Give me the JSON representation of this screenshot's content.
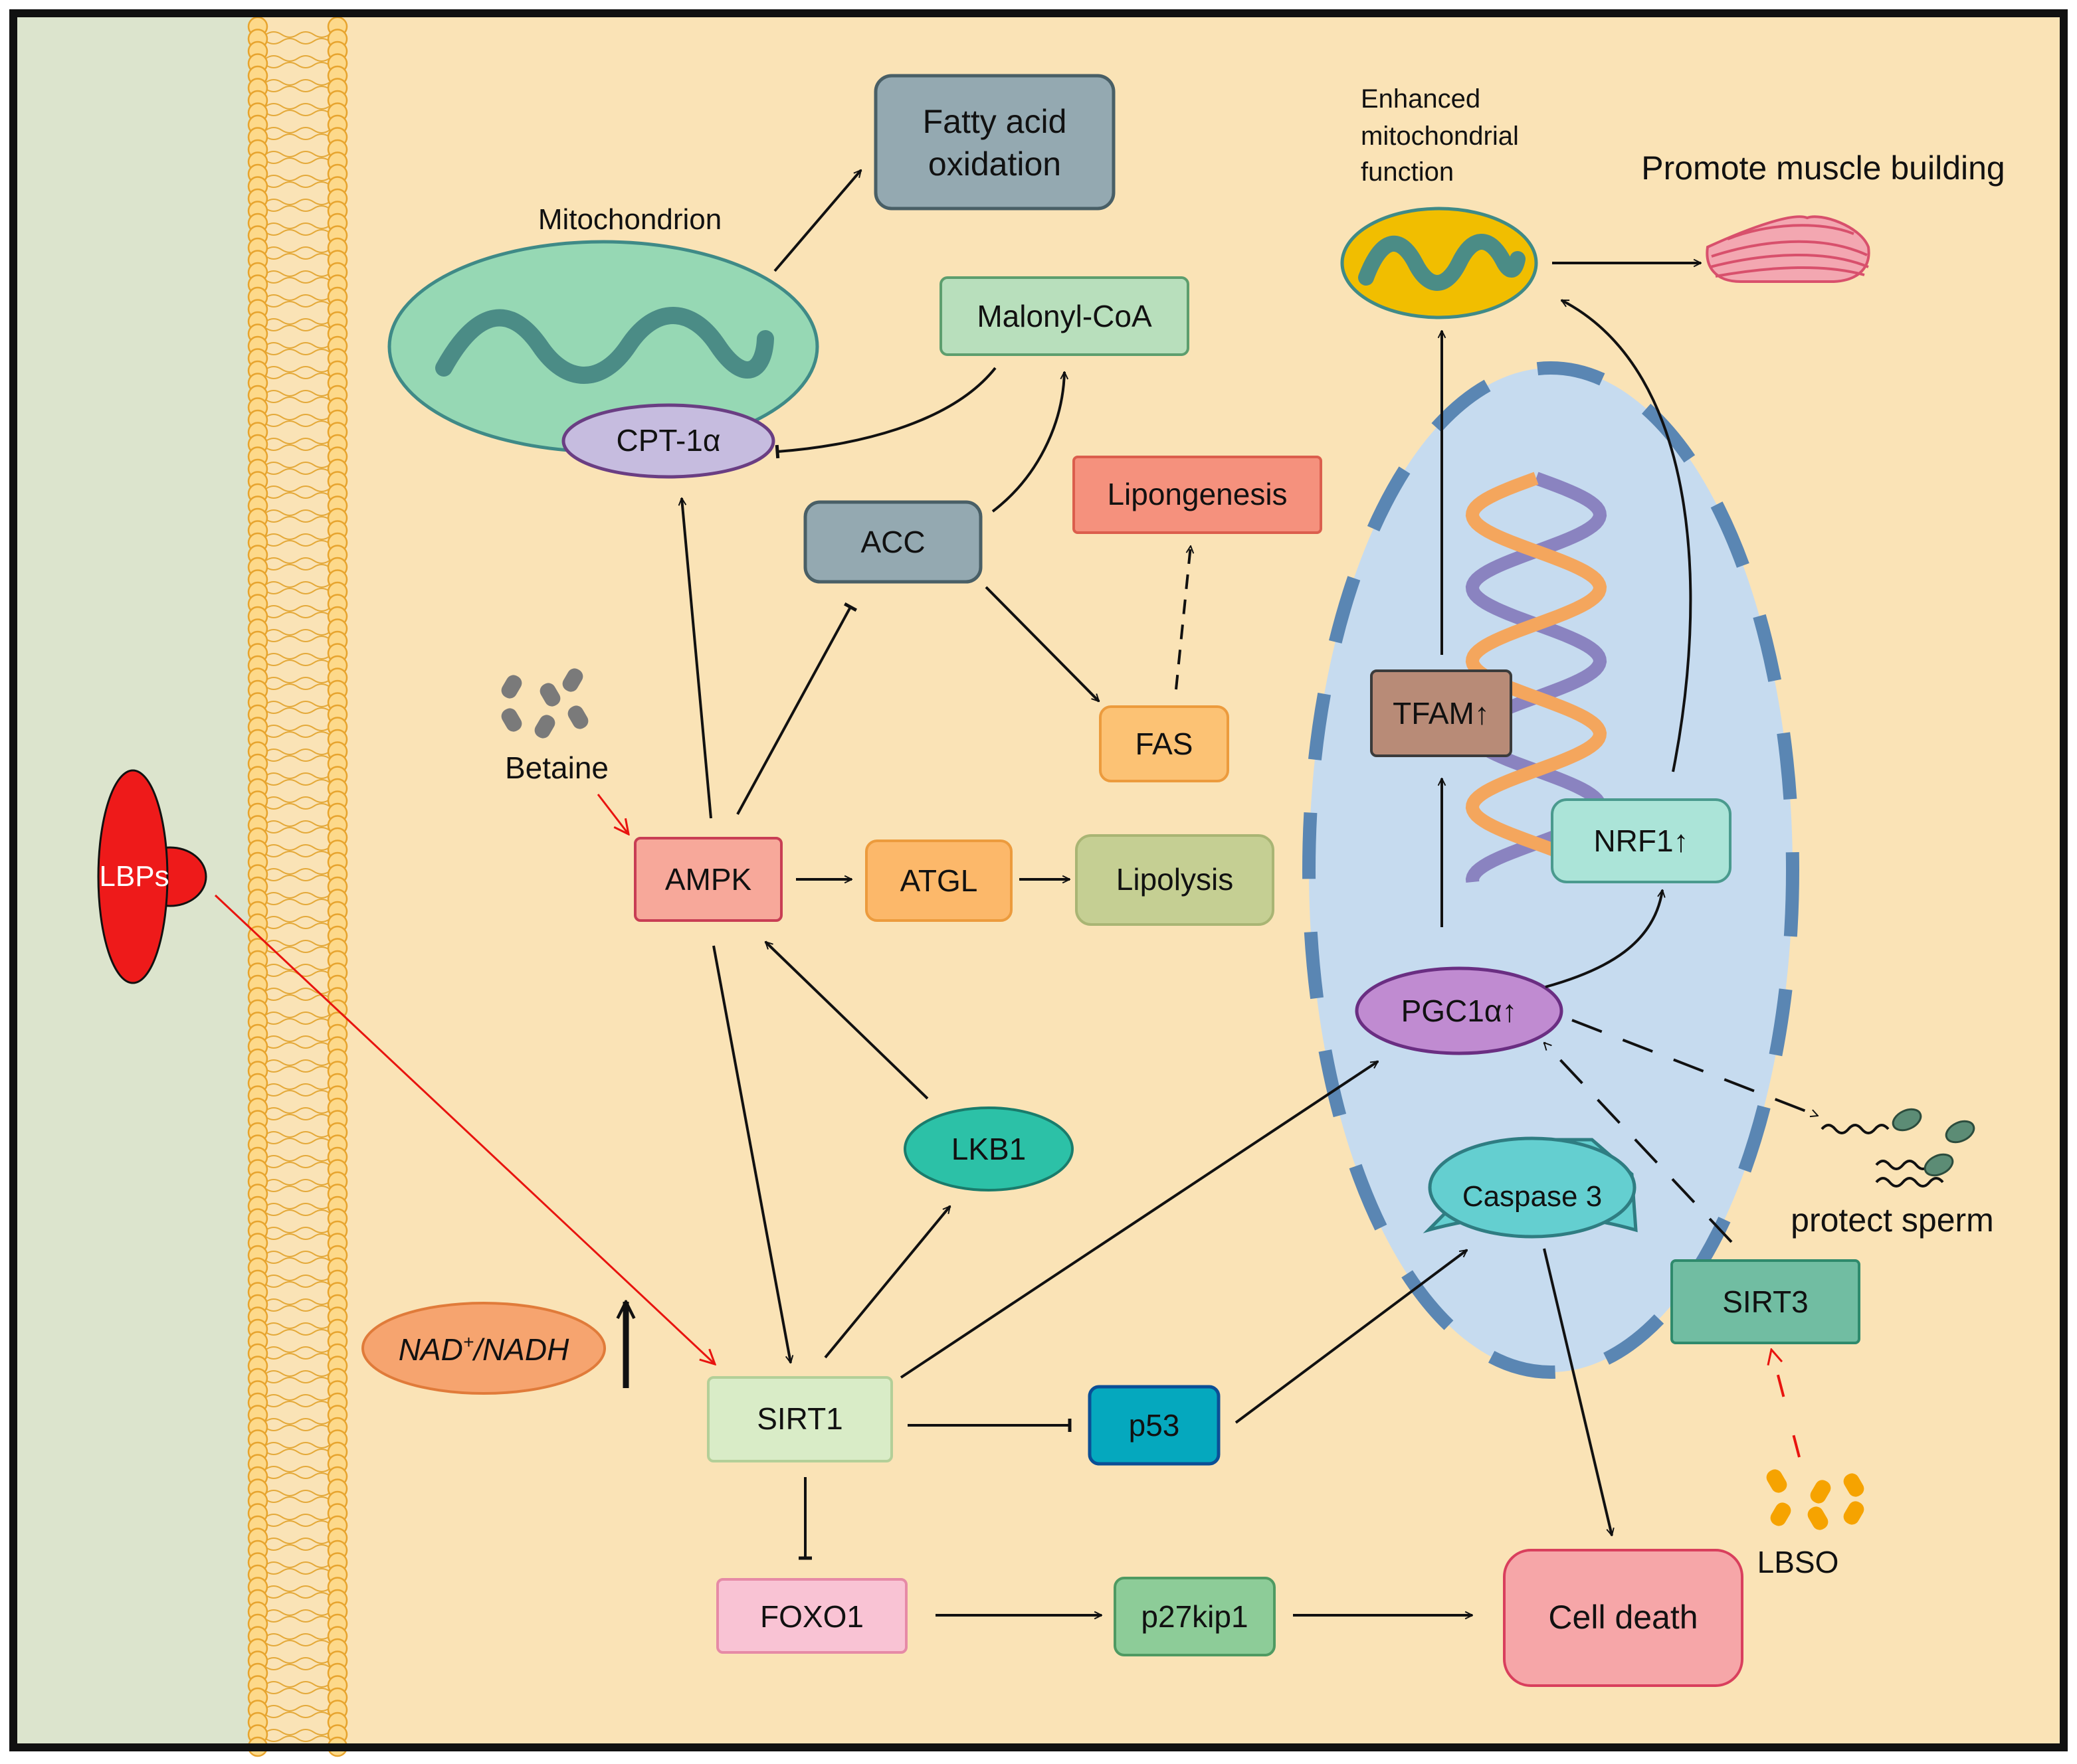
{
  "labels": {
    "mitochondrion": "Mitochondrion",
    "fatty_acid_1": "Fatty acid",
    "fatty_acid_2": "oxidation",
    "malonyl": "Malonyl-CoA",
    "cpt": "CPT-1α",
    "acc": "ACC",
    "lipogenesis": "Lipongenesis",
    "fas": "FAS",
    "betaine": "Betaine",
    "ampk": "AMPK",
    "atgl": "ATGL",
    "lipolysis": "Lipolysis",
    "lkb1": "LKB1",
    "lbps": "LBPs",
    "nad_main": "NAD",
    "nad_sup": "+",
    "nad_rest": "/NADH",
    "sirt1": "SIRT1",
    "p53": "p53",
    "foxo1": "FOXO1",
    "p27": "p27kip1",
    "cell_death": "Cell death",
    "caspase3": "Caspase 3",
    "sirt3": "SIRT3",
    "lbso": "LBSO",
    "pgc1a": "PGC1α↑",
    "tfam": "TFAM↑",
    "nrf1": "NRF1↑",
    "enhanced_1": "Enhanced",
    "enhanced_2": "mitochondrial",
    "enhanced_3": "function",
    "muscle": "Promote muscle building",
    "protect_sperm": "protect sperm"
  },
  "colors": {
    "cytoplasm": "#fae3b6",
    "extracellular": "#dce4cd",
    "nucleus": "#c6dbef",
    "nucleus_border": "#5a86b3",
    "inhibit_red": "#e8140f",
    "mito_green": "#96d8b4",
    "mito_gold": "#f1be00"
  }
}
